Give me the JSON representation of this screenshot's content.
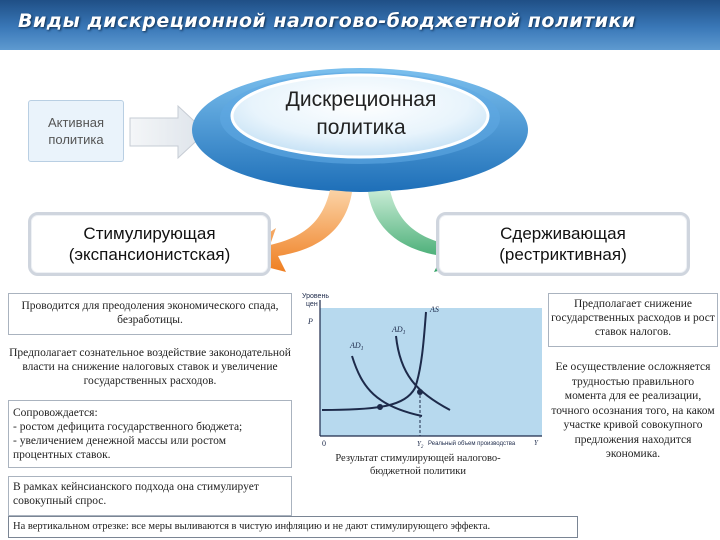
{
  "slide": {
    "title": "Виды дискреционной налогово-бюджетной политики",
    "center": "Дискреционная\nполитика",
    "active": "Активная\nполитика",
    "stimulating": "Стимулирующая\n(экспансионистская)",
    "restrictive": "Сдерживающая\n(рестриктивная)"
  },
  "left_notes": {
    "p1": "Проводится для преодоления экономического спада, безработицы.",
    "p2": "Предполагает сознательное воздействие законодательной власти на снижение налоговых ставок и увеличение государственных расходов.",
    "p3": "Сопровождается:\n- ростом дефицита государственного бюджета;\n- увеличением денежной массы или ростом процентных ставок.",
    "p4": "В рамках кейнсианского подхода она стимулирует совокупный спрос."
  },
  "right_notes": {
    "p1": "Предполагает снижение государственных расходов и рост ставок налогов.",
    "p2": "Ее осуществление осложняется трудностью правильного момента для ее реализации, точного осознания того, на каком участке кривой совокупного предложения находится экономика."
  },
  "graph": {
    "y_label_line1": "Уровень",
    "y_label_line2": "цен",
    "p_label": "P",
    "as_label": "AS",
    "ad1_label": "AD",
    "ad1_sub": "1",
    "ad0_label": "AD",
    "ad0_sub": "1",
    "origin": "0",
    "y2_label": "Y",
    "y2_sub": "2",
    "x_label": "Реальный объем производства",
    "y_axis_end": "Y",
    "caption": "Результат стимулирующей налогово-бюджетной политики"
  },
  "bottom_note": "На вертикальном отрезке: все меры выливаются в чистую инфляцию и не дают стимулирующего эффекта.",
  "colors": {
    "title_bar": "#2e639f",
    "ellipse": "#3a8fd6",
    "left_arrow": "#f08a2e",
    "right_arrow": "#38a86a",
    "graph_bg": "#b7d9ee",
    "graph_curves": "#1d2a4a"
  }
}
